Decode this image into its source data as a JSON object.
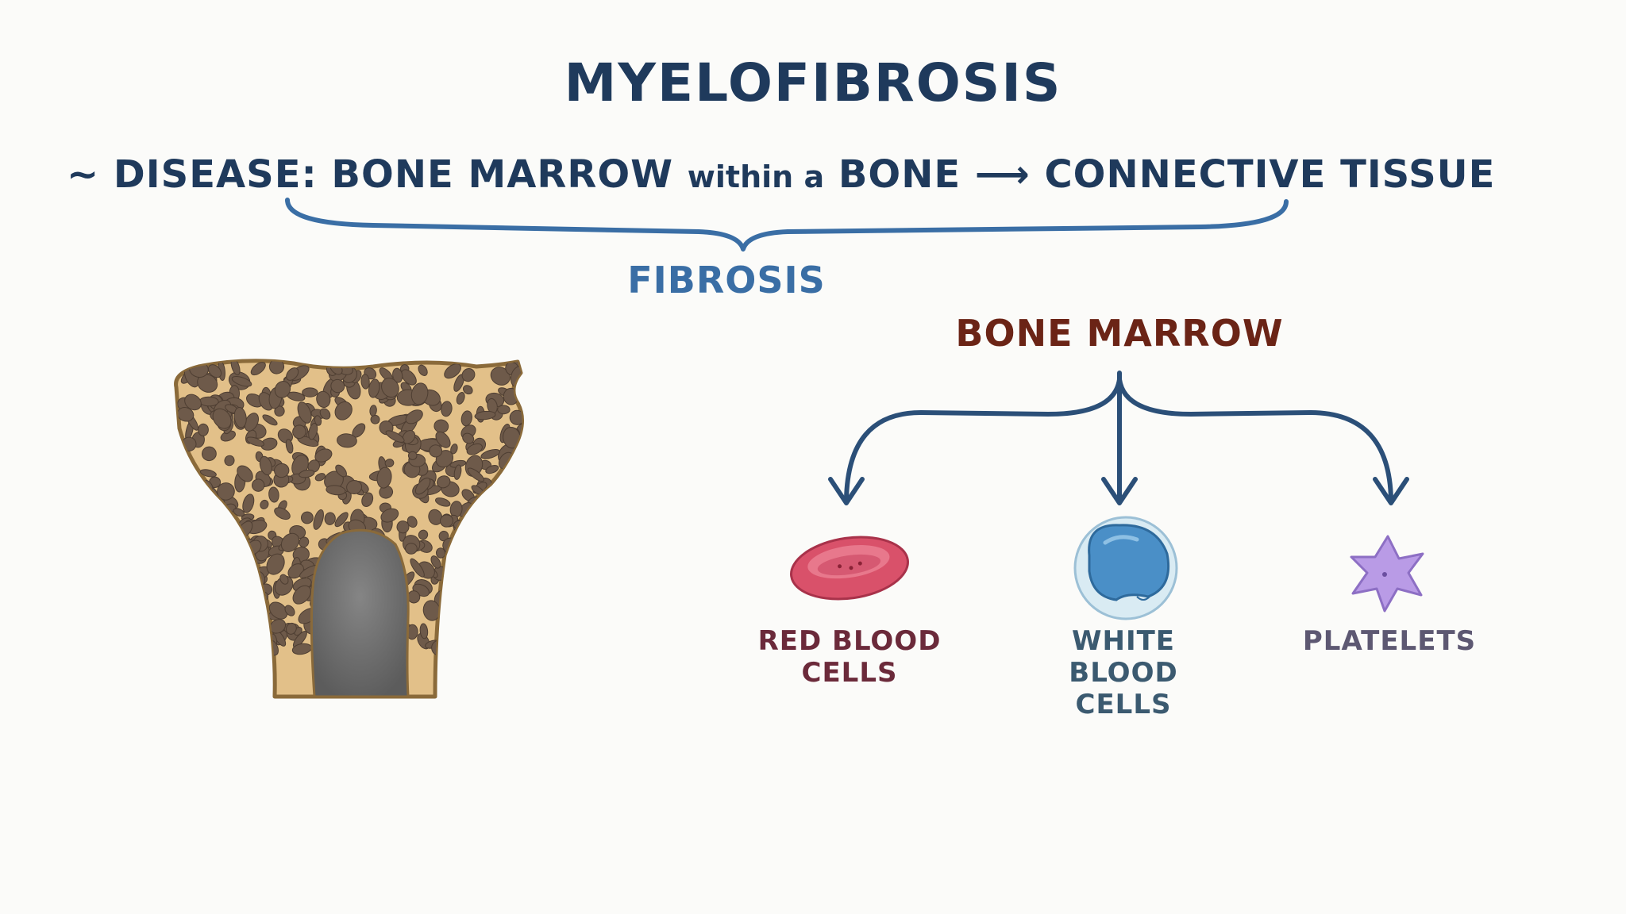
{
  "title": "MYELOFIBROSIS",
  "definition": {
    "prefix": "~ DISEASE:",
    "part1": "BONE MARROW",
    "part2": "within a",
    "part3": "BONE",
    "arrow": "⟶",
    "part4": "CONNECTIVE TISSUE"
  },
  "brace_label": "FIBROSIS",
  "marrow": {
    "heading": "BONE MARROW",
    "cells": [
      {
        "line1": "RED BLOOD",
        "line2": "CELLS",
        "icon": "red-blood-cell-icon",
        "color": "#d9516a"
      },
      {
        "line1": "WHITE BLOOD",
        "line2": "CELLS",
        "icon": "white-blood-cell-icon",
        "color": "#4a8fc7"
      },
      {
        "line1": "PLATELETS",
        "line2": "",
        "icon": "platelet-icon",
        "color": "#b99be6"
      }
    ]
  },
  "colors": {
    "title": "#1f3a5c",
    "accent_blue": "#3a6ea5",
    "marrow_heading": "#6b2416",
    "bone_fill": "#e2c089",
    "bone_outline": "#8a6a3a",
    "trabeculae": "#6e5a4a",
    "medullary_cavity": "#6f6f6f"
  }
}
